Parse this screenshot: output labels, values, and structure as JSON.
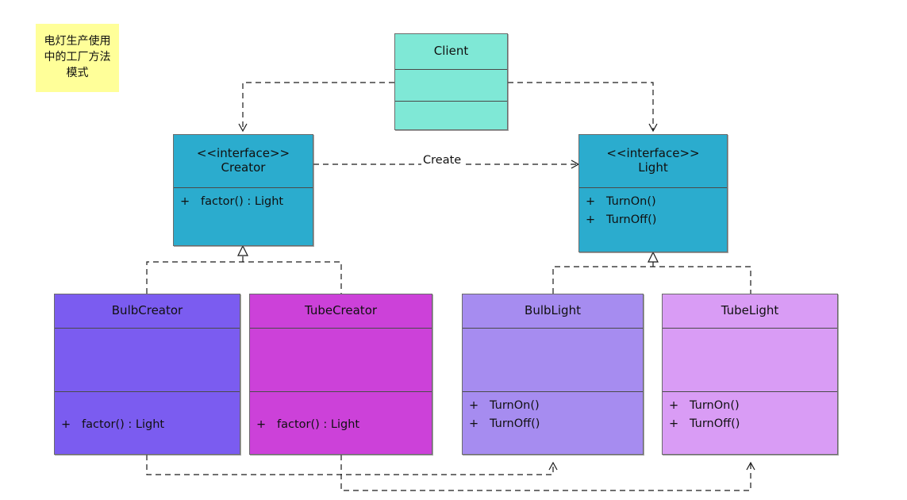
{
  "diagram": {
    "title_note": "电灯生产使用中的工厂方法模式",
    "colors": {
      "client": "#7fe8d6",
      "interface": "#2bacce",
      "bulb_creator": "#7b5cf0",
      "tube_creator": "#cc41d9",
      "bulb_light": "#a68cf0",
      "tube_light": "#d99cf5",
      "note": "#ffff99",
      "line": "#1a1a1a",
      "border": "#6b6b6b"
    }
  },
  "nodes": {
    "client": {
      "name": "Client",
      "stereotype": "",
      "attributes": [],
      "operations": []
    },
    "creator": {
      "stereotype": "<<interface>>",
      "name": "Creator",
      "operations": [
        {
          "visibility": "+",
          "signature": "factor() : Light"
        }
      ]
    },
    "light": {
      "stereotype": "<<interface>>",
      "name": "Light",
      "operations": [
        {
          "visibility": "+",
          "signature": "TurnOn()"
        },
        {
          "visibility": "+",
          "signature": "TurnOff()"
        }
      ]
    },
    "bulb_creator": {
      "name": "BulbCreator",
      "attributes": [],
      "operations": [
        {
          "visibility": "+",
          "signature": "factor() : Light"
        }
      ]
    },
    "tube_creator": {
      "name": "TubeCreator",
      "attributes": [],
      "operations": [
        {
          "visibility": "+",
          "signature": "factor() : Light"
        }
      ]
    },
    "bulb_light": {
      "name": "BulbLight",
      "attributes": [],
      "operations": [
        {
          "visibility": "+",
          "signature": "TurnOn()"
        },
        {
          "visibility": "+",
          "signature": "TurnOff()"
        }
      ]
    },
    "tube_light": {
      "name": "TubeLight",
      "attributes": [],
      "operations": [
        {
          "visibility": "+",
          "signature": "TurnOn()"
        },
        {
          "visibility": "+",
          "signature": "TurnOff()"
        }
      ]
    }
  },
  "edges": {
    "client_to_creator": {
      "label": "",
      "style": "dashed",
      "arrow": "open"
    },
    "client_to_light": {
      "label": "",
      "style": "dashed",
      "arrow": "open"
    },
    "creator_creates_light": {
      "label": "Create",
      "style": "dashed",
      "arrow": "open"
    },
    "bulbcreator_realizes_creator": {
      "label": "",
      "style": "dashed",
      "arrow": "hollow-triangle"
    },
    "tubecreator_realizes_creator": {
      "label": "",
      "style": "dashed",
      "arrow": "hollow-triangle"
    },
    "bulblight_realizes_light": {
      "label": "",
      "style": "dashed",
      "arrow": "hollow-triangle"
    },
    "tubelight_realizes_light": {
      "label": "",
      "style": "dashed",
      "arrow": "hollow-triangle"
    },
    "bulbcreator_to_bulblight": {
      "label": "",
      "style": "dashed",
      "arrow": "open"
    },
    "tubecreator_to_tubelight": {
      "label": "",
      "style": "dashed",
      "arrow": "open"
    }
  }
}
